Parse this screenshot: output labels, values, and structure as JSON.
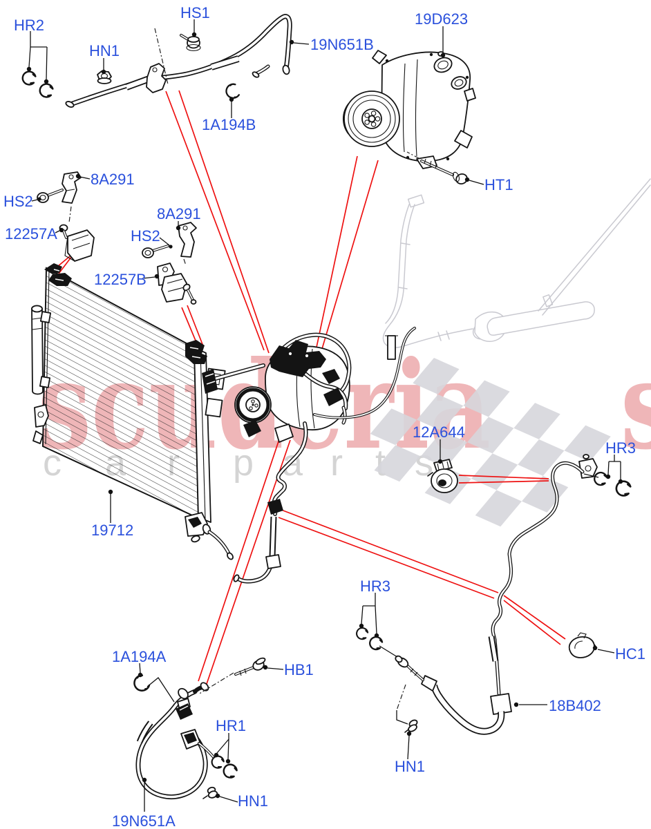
{
  "diagram": {
    "kind": "automotive-parts-exploded-diagram",
    "subject": "Air conditioning condenser, compressor and refrigerant lines",
    "background": "#ffffff",
    "label_color": "#2a50dc",
    "callout_line_color": "#ee1111",
    "artwork_color": "#141414"
  },
  "labels": {
    "hr2": "HR2",
    "hs1": "HS1",
    "hn1_top": "HN1",
    "pipe_upper": "19N651B",
    "compressor": "19D623",
    "clip_upper": "1A194B",
    "ht1": "HT1",
    "bracket_upper": "8A291",
    "hs2_upper": "HS2",
    "mount_a": "12257A",
    "bracket_lower": "8A291",
    "hs2_lower": "HS2",
    "mount_b": "12257B",
    "condenser": "19712",
    "valve": "12A644",
    "hr3_upper": "HR3",
    "hc1": "HC1",
    "pipe_lower": "18B402",
    "hr3_mid": "HR3",
    "hn1_mid": "HN1",
    "clip_lower": "1A194A",
    "hb1": "HB1",
    "hr1": "HR1",
    "hn1_bottom": "HN1",
    "hose_lower": "19N651A"
  },
  "watermark": {
    "brand": "scuderia",
    "brand_repeat": "scuderia",
    "sub_letters": "carparts",
    "brand_color": "#d94a50",
    "sub_color": "#d4d4d4",
    "flag_color": "#d7d7dc"
  }
}
